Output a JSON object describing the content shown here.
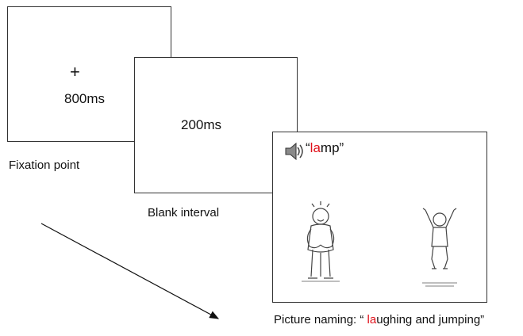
{
  "panel1": {
    "symbol": "+",
    "duration": "800ms",
    "label": "Fixation point"
  },
  "panel2": {
    "duration": "200ms",
    "label": "Blank interval"
  },
  "panel3": {
    "audio_icon": "speaker-icon",
    "word_prefix": "“",
    "word_highlight": "la",
    "word_rest": "mp",
    "word_suffix": "”",
    "label_prefix": "Picture naming: “ ",
    "label_highlight": "la",
    "label_rest": "ughing and jumping”",
    "highlight_color": "#e0101a"
  }
}
